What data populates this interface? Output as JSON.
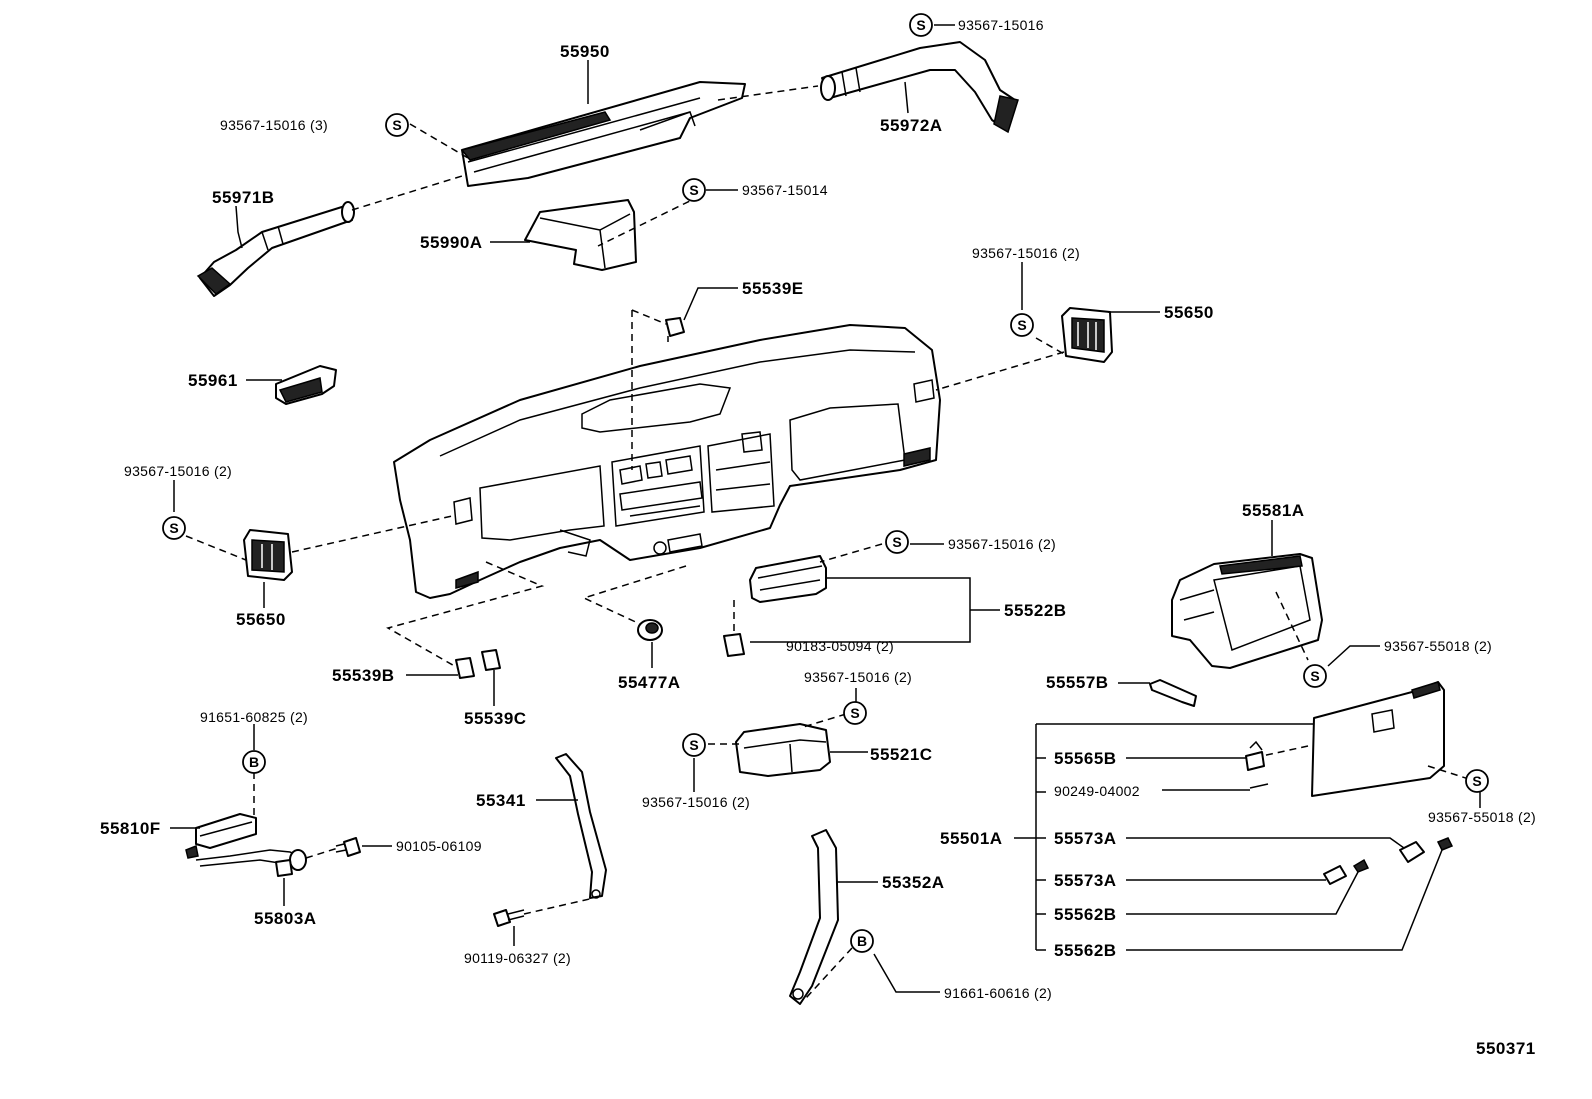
{
  "labels": {
    "p55950": "55950",
    "p93567_15016_top": "93567-15016",
    "p93567_15016_3": "93567-15016 (3)",
    "p55972A": "55972A",
    "p55971B": "55971B",
    "p93567_15014": "93567-15014",
    "p55990A": "55990A",
    "p55539E": "55539E",
    "p93567_15016_2_right": "93567-15016 (2)",
    "p55650_right": "55650",
    "p55961": "55961",
    "p93567_15016_2_left": "93567-15016 (2)",
    "p55650_left": "55650",
    "p55581A": "55581A",
    "p93567_15016_2_mid": "93567-15016 (2)",
    "p55522B": "55522B",
    "p90183_05094": "90183-05094 (2)",
    "p93567_55018_2_upper": "93567-55018 (2)",
    "p55539B": "55539B",
    "p55539C": "55539C",
    "p55477A": "55477A",
    "p93567_15016_2_lower": "93567-15016 (2)",
    "p55557B": "55557B",
    "p91651_60825": "91651-60825 (2)",
    "p55565B": "55565B",
    "p55521C": "55521C",
    "p93567_15016_2_bottom": "93567-15016 (2)",
    "p90249_04002": "90249-04002",
    "p55341": "55341",
    "p55810F": "55810F",
    "p55501A": "55501A",
    "p55573A_1": "55573A",
    "p93567_55018_2_lower": "93567-55018 (2)",
    "p90105_06109": "90105-06109",
    "p55352A": "55352A",
    "p55573A_2": "55573A",
    "p55803A": "55803A",
    "p55562B_1": "55562B",
    "p55562B_2": "55562B",
    "p90119_06327": "90119-06327 (2)",
    "p91661_60616": "91661-60616 (2)",
    "diagram_number": "550371"
  },
  "symbols": {
    "screw": "S",
    "bolt": "B"
  }
}
